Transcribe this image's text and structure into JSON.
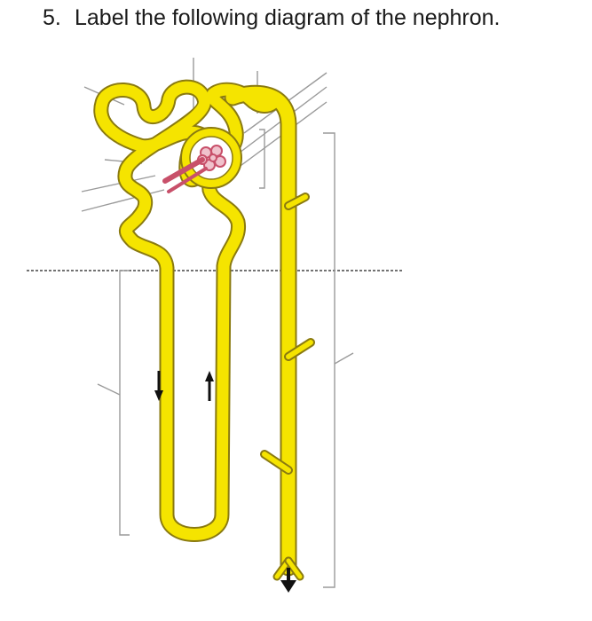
{
  "question": {
    "number": "5.",
    "text": "Label the following diagram of the nephron."
  },
  "diagram": {
    "subject": "nephron",
    "label_blanks": 11,
    "colors": {
      "tubule_fill": "#f5e400",
      "tubule_outline": "#8a7a10",
      "glomerulus": "#c8506a",
      "leader_line": "#9a9a9a",
      "arrow": "#111111"
    }
  }
}
